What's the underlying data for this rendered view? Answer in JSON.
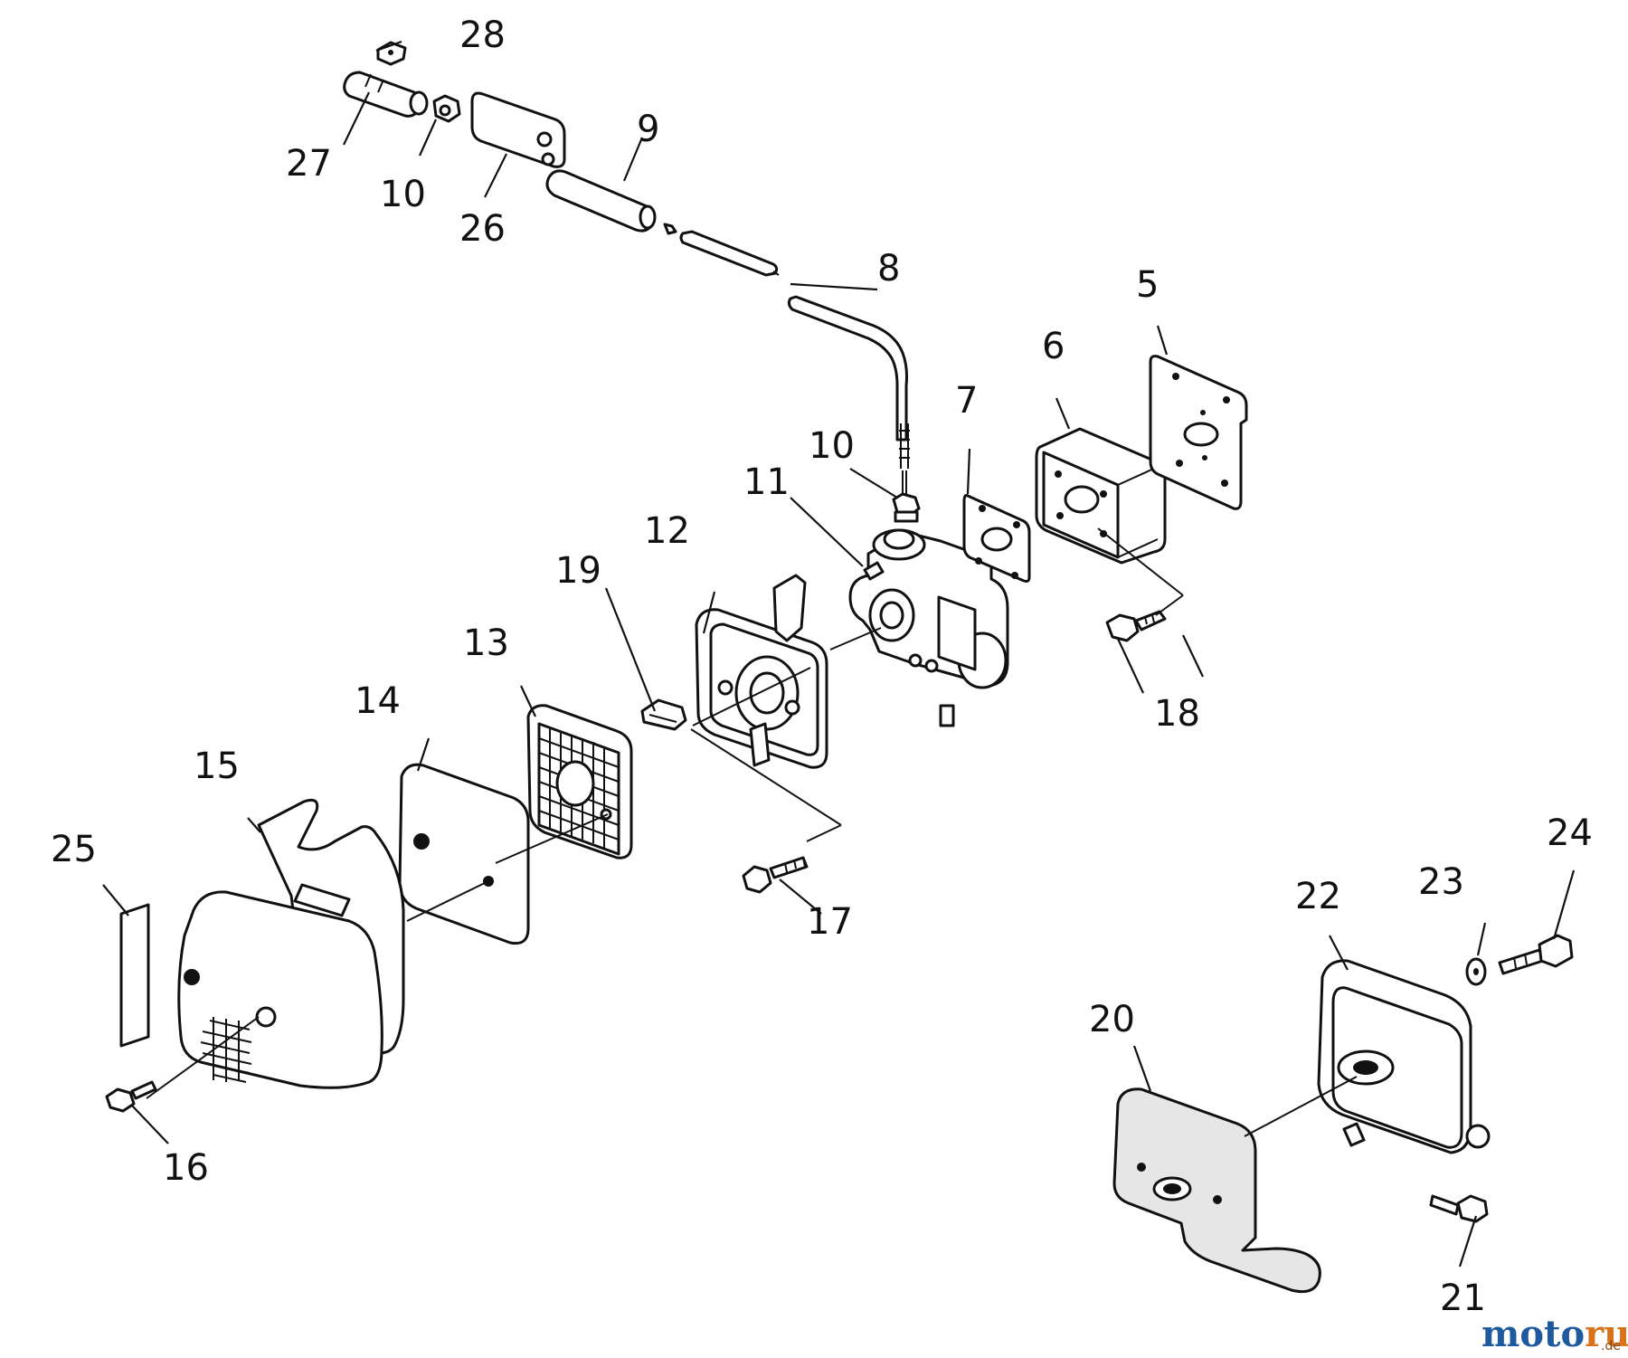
{
  "diagram": {
    "part_numbers": [
      "28",
      "27",
      "10",
      "26",
      "9",
      "8",
      "5",
      "6",
      "7",
      "10",
      "11",
      "12",
      "19",
      "13",
      "14",
      "15",
      "25",
      "16",
      "17",
      "18",
      "24",
      "23",
      "22",
      "20",
      "21"
    ]
  },
  "watermark": {
    "part1": "moto",
    "part2": "ruf",
    "suffix": ".de",
    "colors": {
      "moto": "#1f5a9e",
      "ruf": "#d9731a"
    }
  }
}
